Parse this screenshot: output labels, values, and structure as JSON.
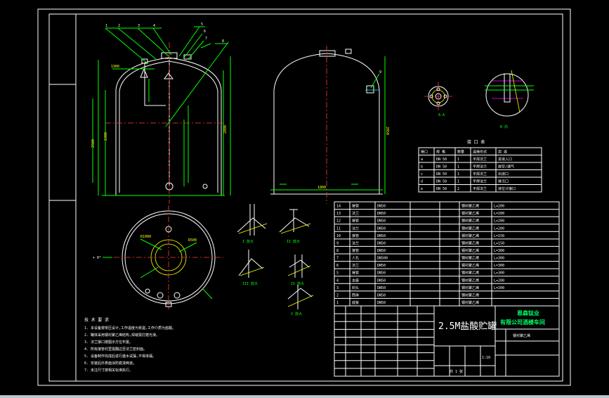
{
  "title_block": {
    "drawing_name": "2.5M盐酸贮罐",
    "company_line1": "恩森钛业",
    "company_line2": "有限公司酒楼车间",
    "material": "钢衬聚乙烯",
    "scale": "1:10",
    "sheet": "共 1 张"
  },
  "nozzle_table": {
    "title": "接 口 表",
    "headers": [
      "接口",
      "规 格",
      "数量",
      "连接形式",
      "用 途"
    ],
    "rows": [
      [
        "a",
        "DN 50",
        "1",
        "平焊法兰",
        "进液入口"
      ],
      [
        "b",
        "DN 50",
        "1",
        "平焊法兰",
        "放空/通气"
      ],
      [
        "c",
        "DN 50",
        "1",
        "平焊法兰",
        "出液口"
      ],
      [
        "d",
        "DN 50",
        "1",
        "平焊法兰",
        "排污口"
      ],
      [
        "e",
        "DN 50",
        "2",
        "平焊法兰",
        "液位计接口"
      ]
    ]
  },
  "tech_notes": {
    "title": "技 术 要 求",
    "lines": [
      "1. 本设备按常压设计,工作温度为常温,工作介质为盐酸。",
      "2. 罐体采用钢衬聚乙烯结构,焊缝需打磨光滑。",
      "3. 法兰接口按图示方位布置。",
      "4. 所有接管衬里需翻边至法兰密封面。",
      "5. 设备制作完成后进行盛水试漏,不得渗漏。",
      "6. 安装后外表面涂防腐漆两道。",
      "7. 未注尺寸按相关标准执行。"
    ]
  },
  "parts_list": {
    "rows": [
      {
        "no": "14",
        "name": "接管",
        "spec": "DN50",
        "mat": "钢衬聚乙烯",
        "note": "L=200"
      },
      {
        "no": "13",
        "name": "法兰",
        "spec": "DN50",
        "mat": "钢衬聚乙烯",
        "note": "L=200"
      },
      {
        "no": "12",
        "name": "接管",
        "spec": "DN50",
        "mat": "钢衬聚乙烯",
        "note": "L=200"
      },
      {
        "no": "11",
        "name": "法兰",
        "spec": "DN50",
        "mat": "钢衬聚乙烯",
        "note": "L=200"
      },
      {
        "no": "10",
        "name": "接管",
        "spec": "DN50",
        "mat": "钢衬聚乙烯",
        "note": "L=150"
      },
      {
        "no": "9",
        "name": "法兰",
        "spec": "DN50",
        "mat": "钢衬聚乙烯",
        "note": "L=150"
      },
      {
        "no": "8",
        "name": "接管",
        "spec": "DN50",
        "mat": "钢衬聚乙烯",
        "note": "L=300"
      },
      {
        "no": "7",
        "name": "人孔",
        "spec": "DN500",
        "mat": "钢衬聚乙烯",
        "note": "L=300"
      },
      {
        "no": "6",
        "name": "法兰",
        "spec": "DN50",
        "mat": "钢衬聚乙烯",
        "note": "L=300"
      },
      {
        "no": "5",
        "name": "接管",
        "spec": "DN50",
        "mat": "钢衬聚乙烯",
        "note": "L=300"
      },
      {
        "no": "4",
        "name": "支座",
        "spec": "DN50",
        "mat": "钢衬聚乙烯",
        "note": "L=200"
      },
      {
        "no": "3",
        "name": "封头",
        "spec": "DN50",
        "mat": "钢衬聚乙烯",
        "note": "L=200"
      },
      {
        "no": "2",
        "name": "筒体",
        "spec": "DN50",
        "mat": "钢衬聚乙烯",
        "note": ""
      },
      {
        "no": "1",
        "name": "底板",
        "spec": "DN50",
        "mat": "钢衬聚乙烯",
        "note": ""
      }
    ]
  }
}
